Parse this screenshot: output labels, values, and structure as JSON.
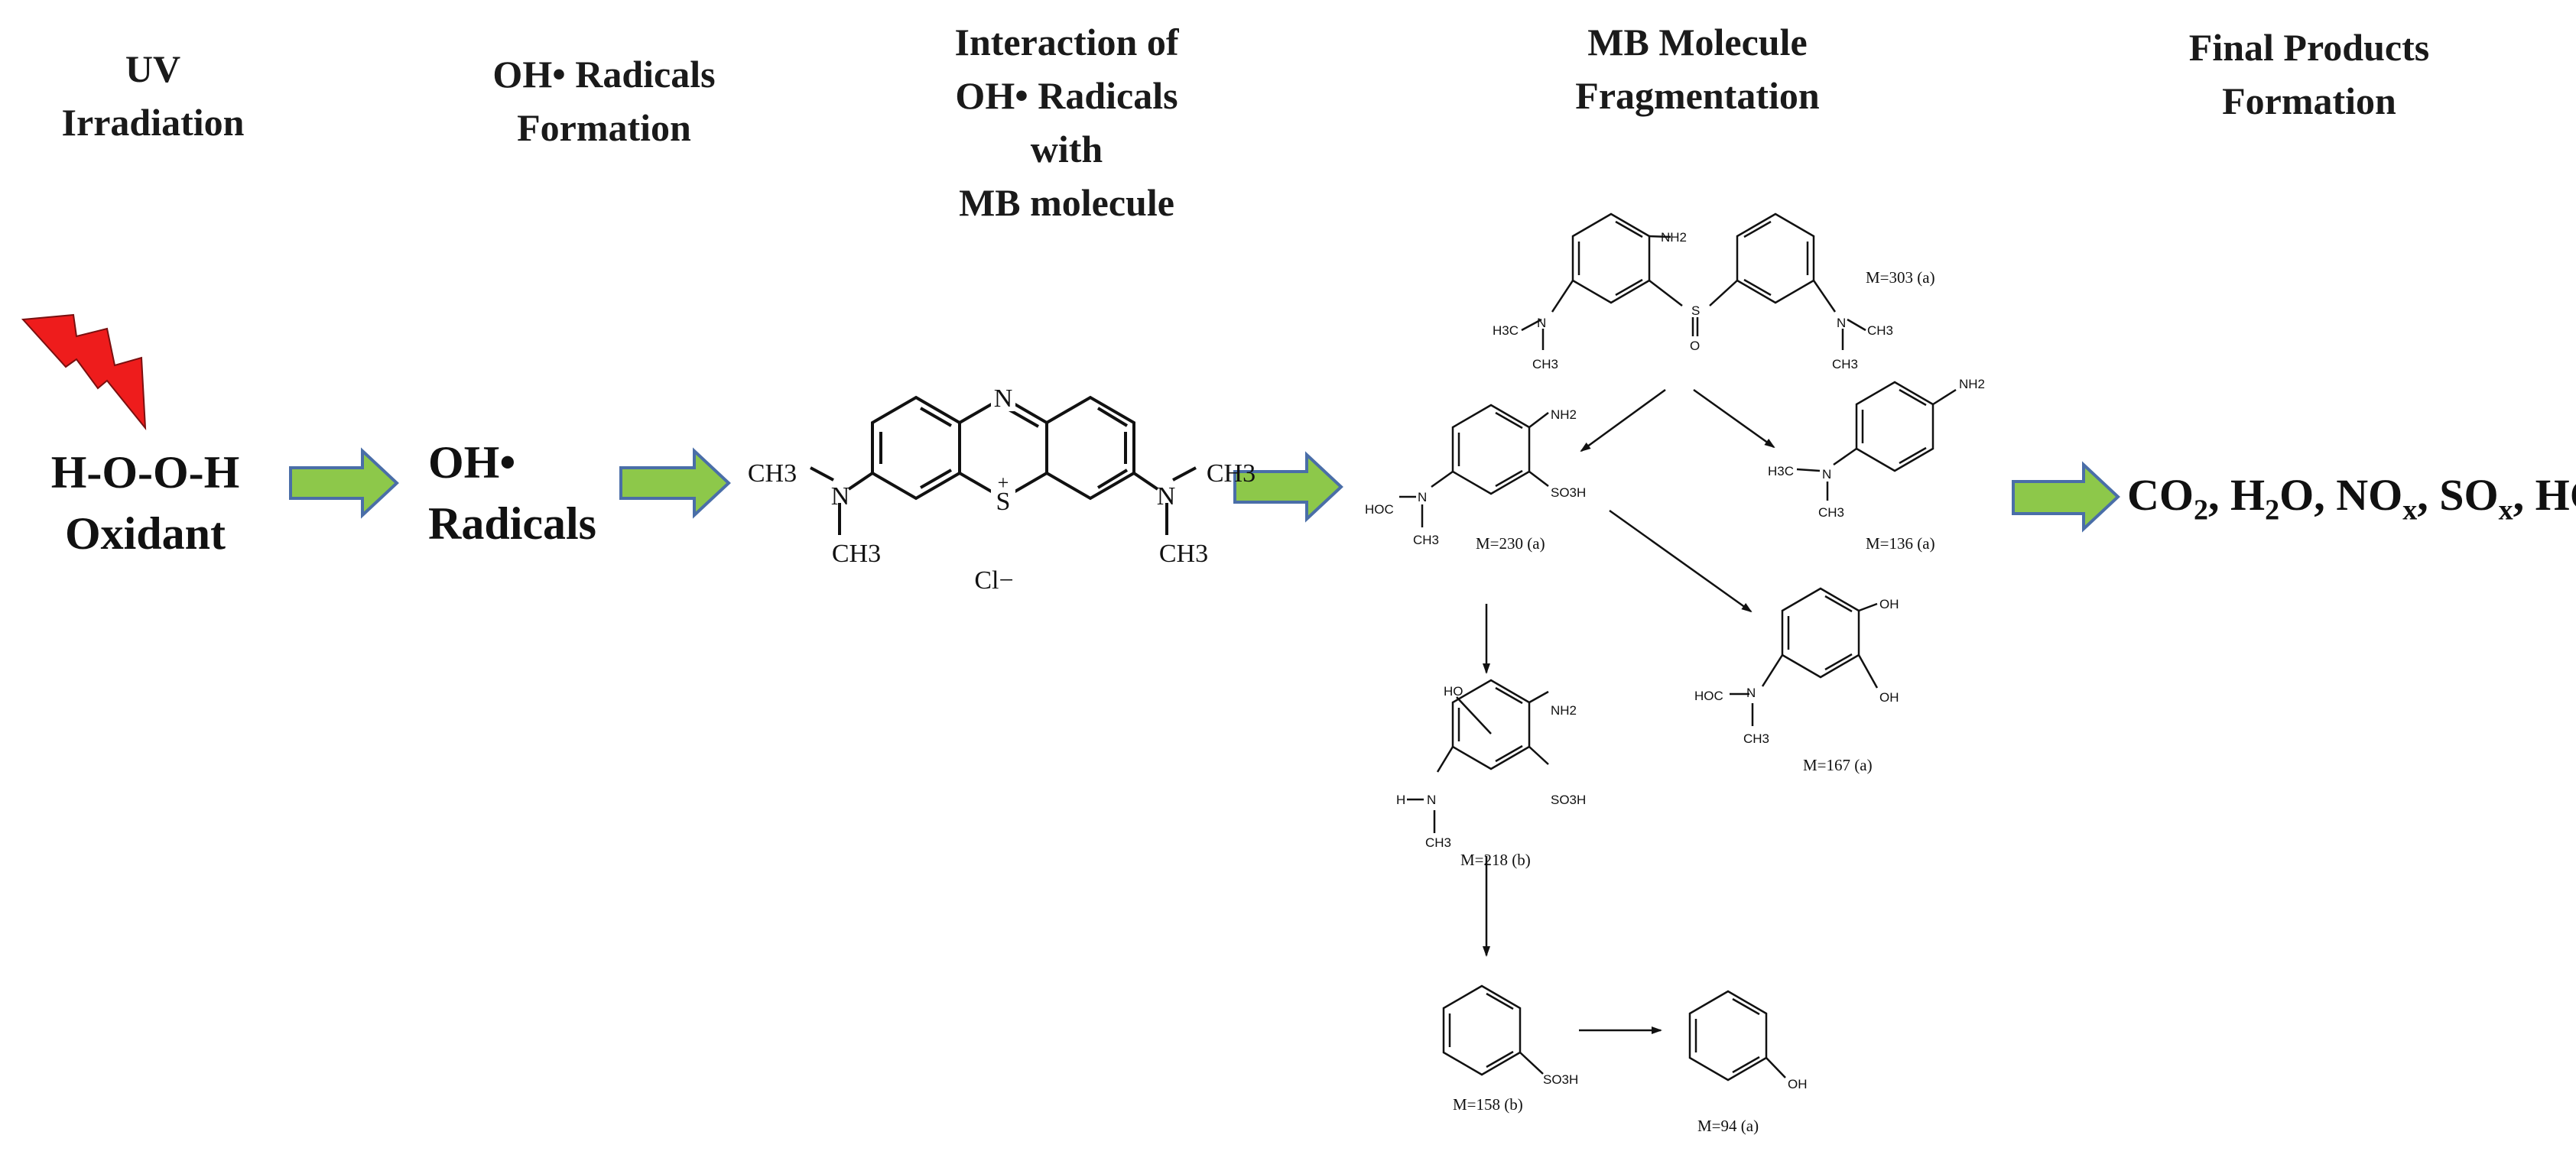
{
  "headers": {
    "step1": [
      "UV",
      "Irradiation"
    ],
    "step2": [
      "OH• Radicals",
      "Formation"
    ],
    "step3": [
      "Interaction of",
      "OH• Radicals",
      "with",
      "MB molecule"
    ],
    "step4": [
      "MB Molecule",
      "Fragmentation"
    ],
    "step5": [
      "Final Products",
      "Formation"
    ]
  },
  "oxidant": {
    "line1": "H-O-O-H",
    "line2": "Oxidant"
  },
  "radicals": {
    "line1": "OH•",
    "line2": "Radicals"
  },
  "methylene_blue": {
    "ring_atoms": [
      "N",
      "S",
      "+"
    ],
    "left_group": [
      "CH3",
      "N",
      "CH3"
    ],
    "right_group": [
      "N",
      "CH3",
      "CH3"
    ],
    "counter_ion": "Cl−"
  },
  "intermediates": [
    {
      "label": "M=303 (a)",
      "groups": [
        "NH2",
        "S",
        "O",
        "H3C",
        "N",
        "CH3",
        "N",
        "CH3",
        "CH3"
      ]
    },
    {
      "label": "M=136 (a)",
      "groups": [
        "NH2",
        "H3C",
        "N",
        "CH3"
      ]
    },
    {
      "label": "M=230 (a)",
      "groups": [
        "NH2",
        "HOC",
        "N",
        "SO3H",
        "CH3"
      ]
    },
    {
      "label": "M=167 (a)",
      "groups": [
        "OH",
        "OH",
        "HOC",
        "N",
        "CH3"
      ]
    },
    {
      "label": "M=218 (b)",
      "groups": [
        "HO",
        "NH2",
        "H",
        "N",
        "SO3H",
        "CH3"
      ]
    },
    {
      "label": "M=158 (b)",
      "groups": [
        "SO3H"
      ]
    },
    {
      "label": "M=94 (a)",
      "groups": [
        "OH"
      ]
    }
  ],
  "final_products": [
    "CO",
    "2",
    ", H",
    "2",
    "O, NO",
    "x",
    ", SO",
    "x",
    ", HCl"
  ],
  "colors": {
    "arrow_fill": "#8dc84a",
    "arrow_stroke": "#4a6ea8",
    "lightning": "#ee1c1c"
  }
}
